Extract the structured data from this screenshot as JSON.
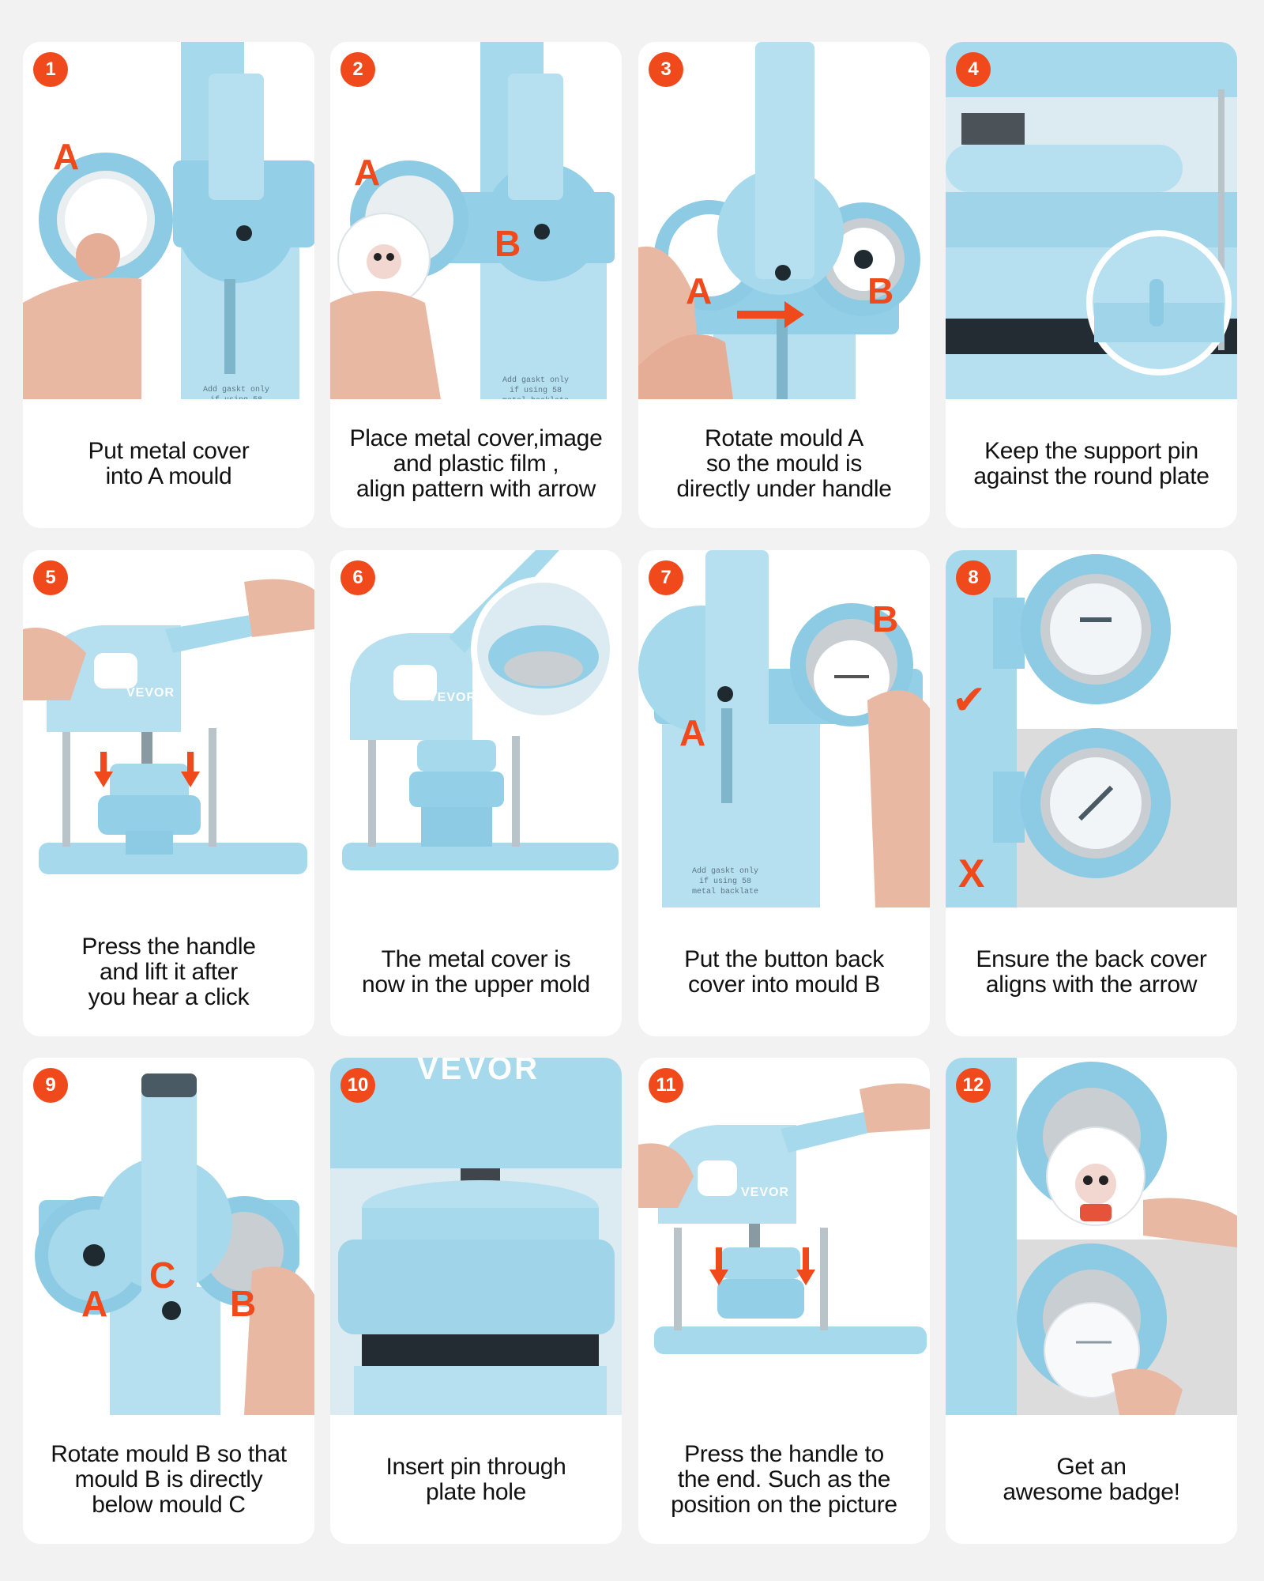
{
  "colors": {
    "accent": "#f0491c",
    "machine": "#a7d9ec",
    "machine_dark": "#6fb8d6",
    "skin": "#e9b8a2",
    "caption_text": "#111111"
  },
  "brand_text": "VEVOR",
  "gasket_note": "Add gaskt only\nif using 58\nmetal backlate",
  "marks": {
    "a": "A",
    "b": "B",
    "c": "C",
    "check": "✔",
    "cross": "X"
  },
  "steps": [
    {
      "number": "1",
      "caption": "Put metal cover\ninto A mould"
    },
    {
      "number": "2",
      "caption": "Place metal cover,image\nand plastic film ,\nalign pattern with arrow"
    },
    {
      "number": "3",
      "caption": "Rotate mould A\nso the mould is\ndirectly under handle"
    },
    {
      "number": "4",
      "caption": "Keep the support pin\nagainst the round plate"
    },
    {
      "number": "5",
      "caption": "Press the handle\nand lift it after\nyou hear a click"
    },
    {
      "number": "6",
      "caption": "The metal cover is\nnow in the upper mold"
    },
    {
      "number": "7",
      "caption": "Put the button back\ncover into mould B"
    },
    {
      "number": "8",
      "caption": "Ensure the back cover\naligns with the arrow"
    },
    {
      "number": "9",
      "caption": "Rotate mould B so that\nmould B is directly\nbelow mould C"
    },
    {
      "number": "10",
      "caption": "Insert pin through\nplate hole"
    },
    {
      "number": "11",
      "caption": "Press the handle to\nthe end. Such as the\nposition on the picture"
    },
    {
      "number": "12",
      "caption": "Get an\nawesome badge!"
    }
  ]
}
